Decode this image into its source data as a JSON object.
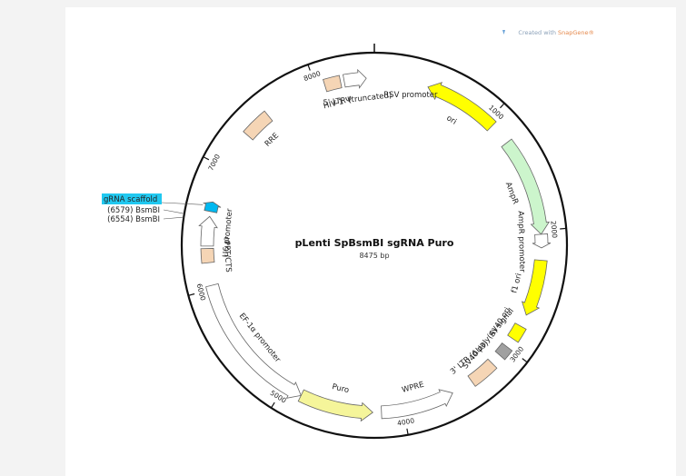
{
  "plasmid": {
    "name": "pLenti SpBsmBI sgRNA Puro",
    "length": "8475 bp",
    "length_bp": 8475
  },
  "watermark": {
    "prefix": "Created with",
    "brand": "SnapGene®"
  },
  "ticks": [
    {
      "pos": 1000,
      "label": "1000"
    },
    {
      "pos": 2000,
      "label": "2000"
    },
    {
      "pos": 3000,
      "label": "3000"
    },
    {
      "pos": 4000,
      "label": "4000"
    },
    {
      "pos": 5000,
      "label": "5000"
    },
    {
      "pos": 6000,
      "label": "6000"
    },
    {
      "pos": 7000,
      "label": "7000"
    },
    {
      "pos": 8000,
      "label": "8000"
    }
  ],
  "features": [
    {
      "name": "ori",
      "start": 440,
      "end": 1050,
      "strand": -1,
      "color": "#ffff00",
      "label_inside": true
    },
    {
      "name": "AmpR",
      "start": 1230,
      "end": 2030,
      "strand": 1,
      "color": "#ccf5cc",
      "label_inside": true
    },
    {
      "name": "AmpR promoter",
      "start": 2030,
      "end": 2140,
      "strand": 1,
      "color": "#ffffff",
      "label_inside": true
    },
    {
      "name": "f1 ori",
      "start": 2240,
      "end": 2700,
      "strand": 1,
      "color": "#ffff00",
      "label_inside": true
    },
    {
      "name": "SV40 ori",
      "start": 2800,
      "end": 2920,
      "strand": 0,
      "color": "#ffff00",
      "label_inside": true
    },
    {
      "name": "SV40 poly(A) signal",
      "start": 3000,
      "end": 3090,
      "strand": 0,
      "color": "#a0a0a0",
      "label_inside": true
    },
    {
      "name": "3' LTR (ΔU3)",
      "start": 3180,
      "end": 3400,
      "strand": 0,
      "color": "#f5d5b5",
      "label_inside": true
    },
    {
      "name": "WPRE",
      "start": 3580,
      "end": 4180,
      "strand": -1,
      "color": "#ffffff",
      "label_inside": true
    },
    {
      "name": "Puro",
      "start": 4250,
      "end": 4850,
      "strand": -1,
      "color": "#f5f59a",
      "label_inside": true
    },
    {
      "name": "EF-1α promoter",
      "start": 4850,
      "end": 6030,
      "strand": -1,
      "color": "#ffffff",
      "label_inside": true
    },
    {
      "name": "cPPT/CTS",
      "start": 6215,
      "end": 6330,
      "strand": 0,
      "color": "#f5d5b5",
      "label_inside": true
    },
    {
      "name": "U6 promoter",
      "start": 6350,
      "end": 6590,
      "strand": 1,
      "color": "#ffffff",
      "label_inside": true
    },
    {
      "name": "gRNA scaffold",
      "start": 6630,
      "end": 6710,
      "strand": 1,
      "color": "#00b8f0",
      "label_inside": false
    },
    {
      "name": "RRE",
      "start": 7320,
      "end": 7550,
      "strand": 0,
      "color": "#f5d5b5",
      "label_inside": true
    },
    {
      "name": "HIV-1 Ψ",
      "start": 8070,
      "end": 8200,
      "strand": 0,
      "color": "#f5d5b5",
      "label_inside": true
    },
    {
      "name": "5' LTR (truncated)",
      "start": 8230,
      "end": 8410,
      "strand": 1,
      "color": "#ffffff",
      "label_inside": true
    }
  ],
  "extra_labels": {
    "rsv": "RSV promoter"
  },
  "sites": [
    {
      "label": "(6579) BsmBI",
      "pos": 6579
    },
    {
      "label": "(6554) BsmBI",
      "pos": 6554
    }
  ]
}
